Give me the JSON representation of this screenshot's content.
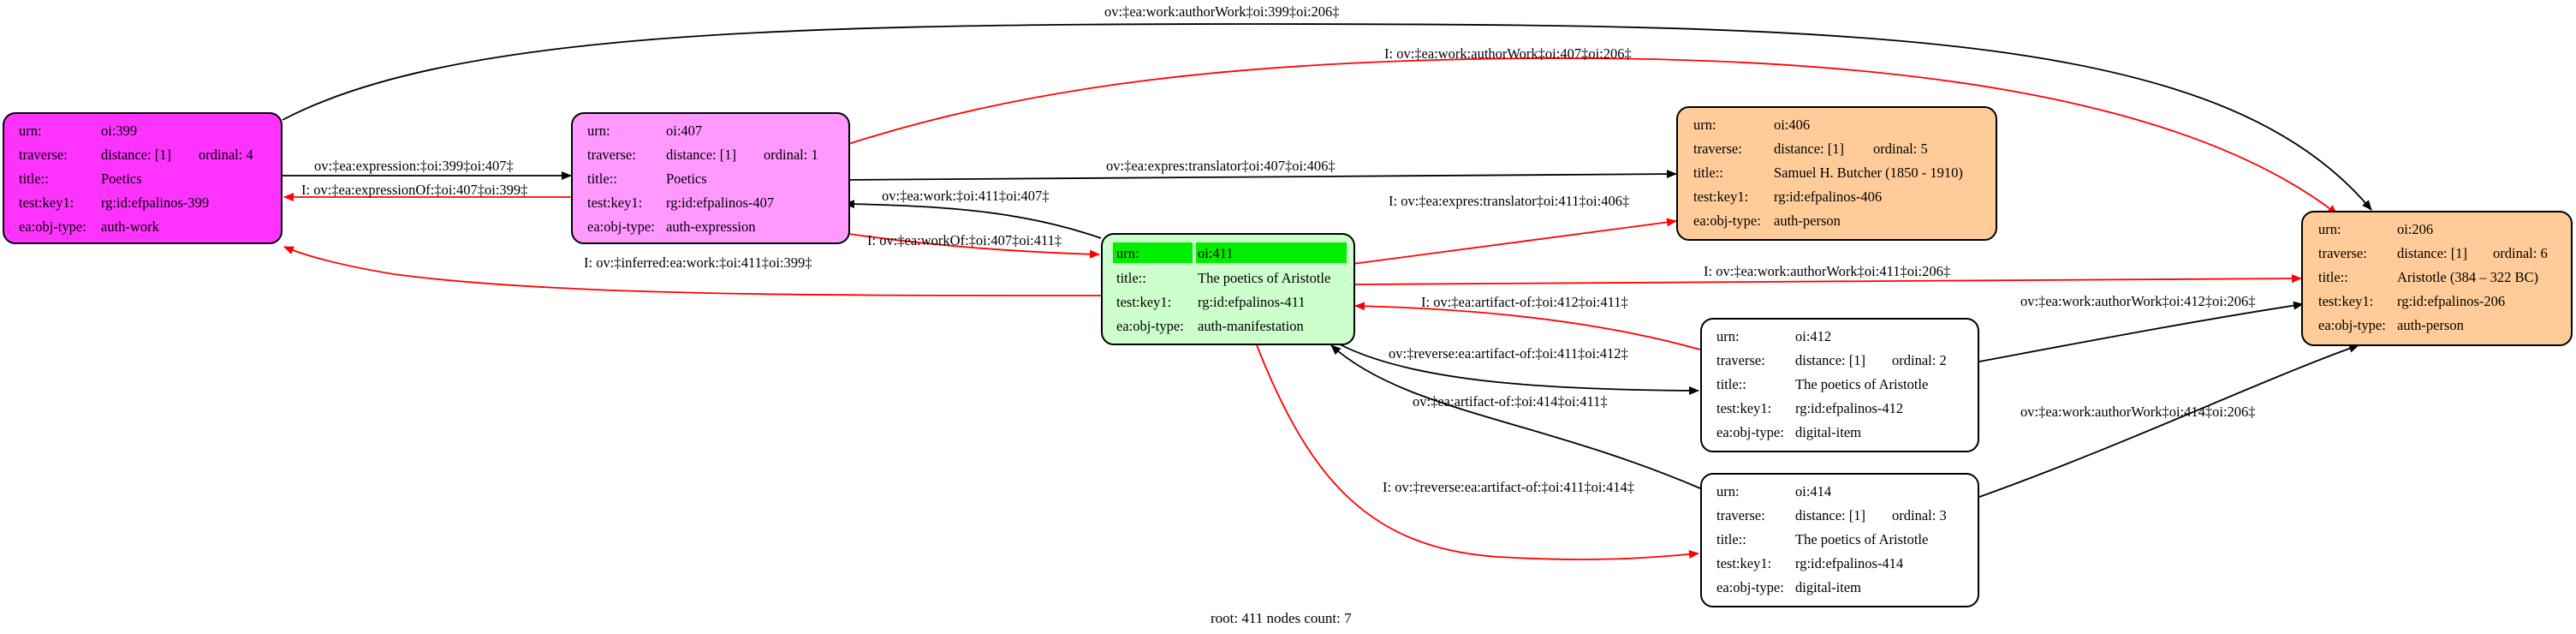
{
  "caption": "root: 411 nodes count: 7",
  "colors": {
    "work": "#ff33ff",
    "expression": "#ff99ff",
    "manifestation": "#ccffcc",
    "person": "#ffcc99",
    "item": "#ffffff",
    "root_highlight": "#00ee00",
    "black_edge": "#000000",
    "red_edge": "#ff0000"
  },
  "nodes": {
    "n399": {
      "rows": [
        {
          "key": "urn:",
          "val": "oi:399"
        },
        {
          "key": "traverse:",
          "val": "distance: [1]",
          "extra": "ordinal: 4"
        },
        {
          "key": "title::",
          "val": "Poetics"
        },
        {
          "key": "test:key1:",
          "val": "rg:id:efpalinos-399"
        },
        {
          "key": "ea:obj-type:",
          "val": "auth-work"
        }
      ]
    },
    "n407": {
      "rows": [
        {
          "key": "urn:",
          "val": "oi:407"
        },
        {
          "key": "traverse:",
          "val": "distance: [1]",
          "extra": "ordinal: 1"
        },
        {
          "key": "title::",
          "val": "Poetics"
        },
        {
          "key": "test:key1:",
          "val": "rg:id:efpalinos-407"
        },
        {
          "key": "ea:obj-type:",
          "val": "auth-expression"
        }
      ]
    },
    "n411": {
      "rows": [
        {
          "key": "urn:",
          "val": "oi:411"
        },
        {
          "key": "title::",
          "val": "The poetics of Aristotle"
        },
        {
          "key": "test:key1:",
          "val": "rg:id:efpalinos-411"
        },
        {
          "key": "ea:obj-type:",
          "val": "auth-manifestation"
        }
      ]
    },
    "n406": {
      "rows": [
        {
          "key": "urn:",
          "val": "oi:406"
        },
        {
          "key": "traverse:",
          "val": "distance: [1]",
          "extra": "ordinal: 5"
        },
        {
          "key": "title::",
          "val": "Samuel H. Butcher (1850 - 1910)"
        },
        {
          "key": "test:key1:",
          "val": "rg:id:efpalinos-406"
        },
        {
          "key": "ea:obj-type:",
          "val": "auth-person"
        }
      ]
    },
    "n206": {
      "rows": [
        {
          "key": "urn:",
          "val": "oi:206"
        },
        {
          "key": "traverse:",
          "val": "distance: [1]",
          "extra": "ordinal: 6"
        },
        {
          "key": "title::",
          "val": "Aristotle (384 – 322 BC)"
        },
        {
          "key": "test:key1:",
          "val": "rg:id:efpalinos-206"
        },
        {
          "key": "ea:obj-type:",
          "val": "auth-person"
        }
      ]
    },
    "n412": {
      "rows": [
        {
          "key": "urn:",
          "val": "oi:412"
        },
        {
          "key": "traverse:",
          "val": "distance: [1]",
          "extra": "ordinal: 2"
        },
        {
          "key": "title::",
          "val": "The poetics of Aristotle"
        },
        {
          "key": "test:key1:",
          "val": "rg:id:efpalinos-412"
        },
        {
          "key": "ea:obj-type:",
          "val": "digital-item"
        }
      ]
    },
    "n414": {
      "rows": [
        {
          "key": "urn:",
          "val": "oi:414"
        },
        {
          "key": "traverse:",
          "val": "distance: [1]",
          "extra": "ordinal: 3"
        },
        {
          "key": "title::",
          "val": "The poetics of Aristotle"
        },
        {
          "key": "test:key1:",
          "val": "rg:id:efpalinos-414"
        },
        {
          "key": "ea:obj-type:",
          "val": "digital-item"
        }
      ]
    }
  },
  "edges": {
    "e1": "ov:‡ea:work:authorWork‡oi:399‡oi:206‡",
    "e2": "I: ov:‡ea:work:authorWork‡oi:407‡oi:206‡",
    "e3": "ov:‡ea:expression:‡oi:399‡oi:407‡",
    "e4": "I: ov:‡ea:expressionOf:‡oi:407‡oi:399‡",
    "e5": "ov:‡ea:expres:translator‡oi:407‡oi:406‡",
    "e6": "ov:‡ea:work:‡oi:411‡oi:407‡",
    "e7": "I: ov:‡ea:workOf:‡oi:407‡oi:411‡",
    "e8": "I: ov:‡inferred:ea:work:‡oi:411‡oi:399‡",
    "e9": "I: ov:‡ea:expres:translator‡oi:411‡oi:406‡",
    "e10": "I: ov:‡ea:work:authorWork‡oi:411‡oi:206‡",
    "e11": "I: ov:‡ea:artifact-of:‡oi:412‡oi:411‡",
    "e12": "ov:‡reverse:ea:artifact-of:‡oi:411‡oi:412‡",
    "e13": "ov:‡ea:artifact-of:‡oi:414‡oi:411‡",
    "e14": "I: ov:‡reverse:ea:artifact-of:‡oi:411‡oi:414‡",
    "e15": "ov:‡ea:work:authorWork‡oi:412‡oi:206‡",
    "e16": "ov:‡ea:work:authorWork‡oi:414‡oi:206‡"
  }
}
